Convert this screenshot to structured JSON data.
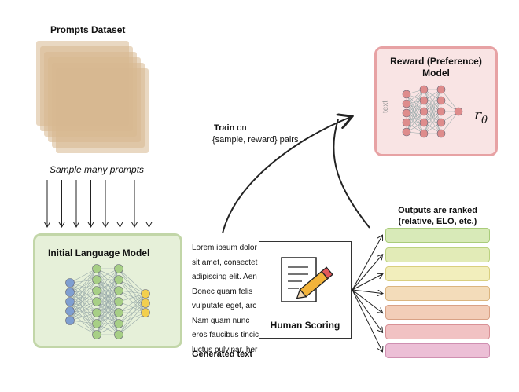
{
  "prompts": {
    "title": "Prompts Dataset",
    "caption": "Sample many prompts"
  },
  "lm": {
    "title": "Initial Language Model"
  },
  "train": {
    "bold": "Train",
    "rest": " on",
    "line2": "{sample, reward} pairs"
  },
  "reward": {
    "title_line1": "Reward (Preference)",
    "title_line2": "Model",
    "input_label": "text",
    "symbol": "r",
    "symbol_sub": "θ"
  },
  "generated": {
    "lines": [
      "Lorem ipsum dolor",
      "sit amet, consectet",
      "adipiscing elit. Aen",
      "Donec quam felis",
      "vulputate eget, arc",
      "Nam quam nunc",
      "eros faucibus tincic",
      "luctus pulvinar, her"
    ],
    "label": "Generated text"
  },
  "human": {
    "label": "Human Scoring"
  },
  "outputs": {
    "title_line1": "Outputs are ranked",
    "title_line2": "(relative, ELO, etc.)",
    "bars": [
      {
        "fill": "#d8eab8",
        "stroke": "#a9cc7a"
      },
      {
        "fill": "#e2ebb7",
        "stroke": "#bcd27f"
      },
      {
        "fill": "#f2eebc",
        "stroke": "#d9cf7f"
      },
      {
        "fill": "#f3dcba",
        "stroke": "#dbb57f"
      },
      {
        "fill": "#f2cdb8",
        "stroke": "#d9a185"
      },
      {
        "fill": "#f1c2c3",
        "stroke": "#d99196"
      },
      {
        "fill": "#ecbfd6",
        "stroke": "#cf8fb1"
      }
    ]
  },
  "colors": {
    "prompt_card": "#d7b88f",
    "lm_input": "#7f9fd1",
    "lm_hidden": "#a7cf86",
    "lm_output": "#f2cf4f",
    "reward_node": "#de8c8c"
  }
}
